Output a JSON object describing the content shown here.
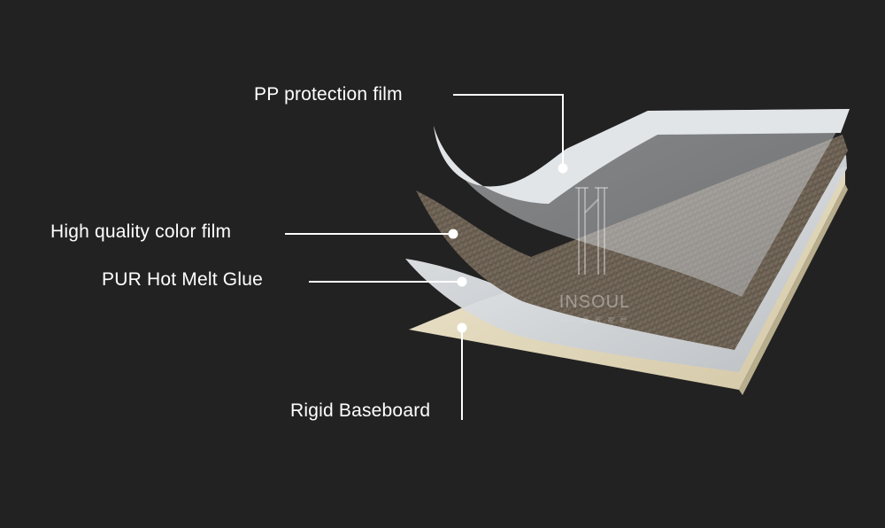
{
  "layers": [
    {
      "label": "PP protection film",
      "color": "#d7dadd"
    },
    {
      "label": "High quality color film",
      "color": "#6e6253"
    },
    {
      "label": "PUR Hot Melt Glue",
      "color": "#cfd3d7"
    },
    {
      "label": "Rigid Baseboard",
      "color": "#e4dcc2"
    }
  ],
  "colors": {
    "background": "#232222",
    "leader_line": "#ffffff"
  },
  "watermark": {
    "brand": "INSOUL",
    "tagline": "—— 意 匠 家 居"
  }
}
